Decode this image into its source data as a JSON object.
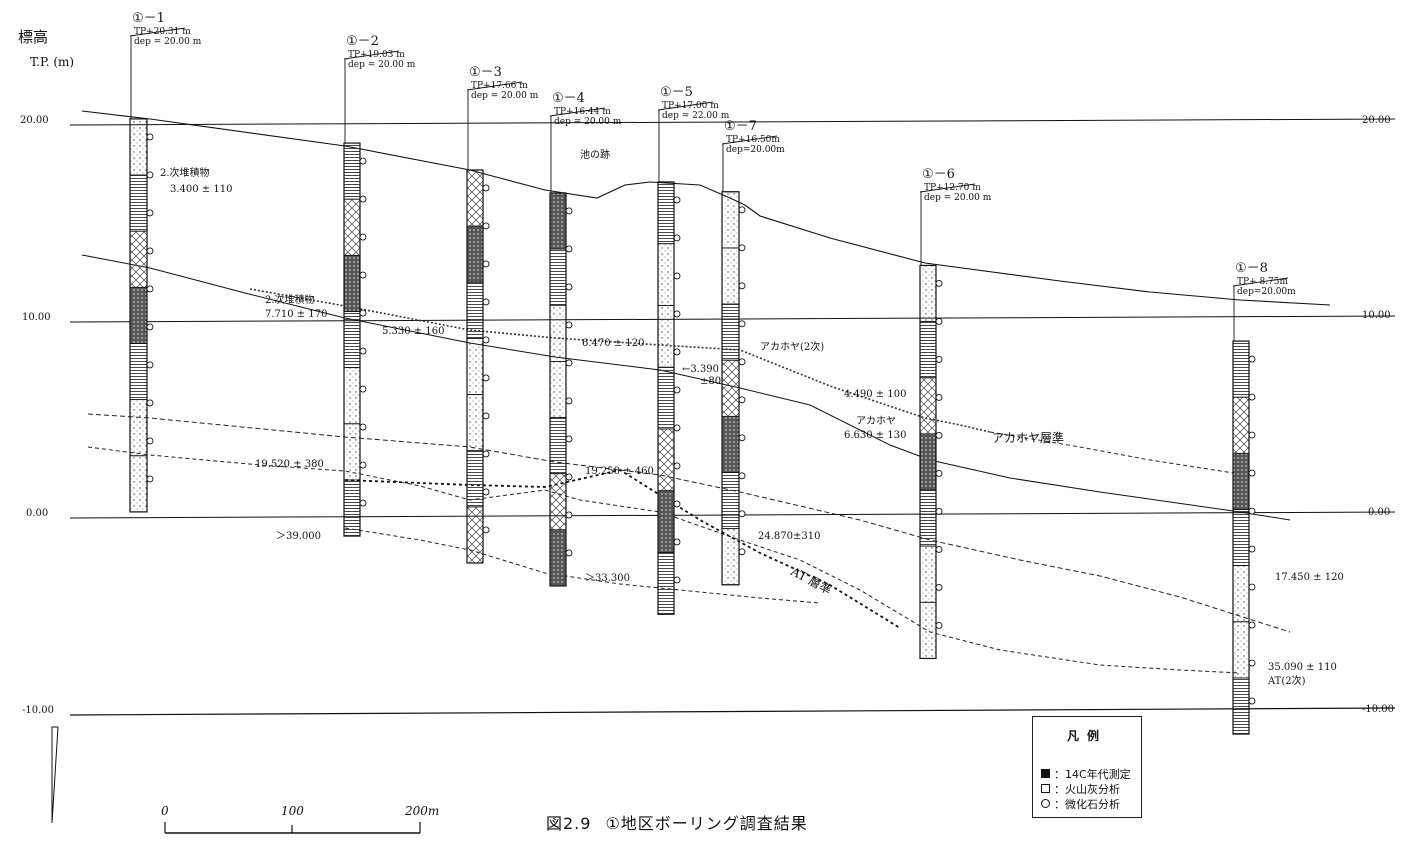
{
  "axis": {
    "title": "標高",
    "unit_label": "T.P. (m)",
    "levels": [
      {
        "value": 20,
        "left": "20.00",
        "right": "20.00"
      },
      {
        "value": 10,
        "left": "10.00",
        "right": "10.00"
      },
      {
        "value": 0,
        "left": "0.00",
        "right": "0.00"
      },
      {
        "value": -10,
        "left": "-10.00",
        "right": "-10.00"
      }
    ]
  },
  "boreholes": [
    {
      "id": "b1",
      "name": "①－1",
      "tp_text": "TP+20.31 m",
      "dep_text": "dep = 20.00 m",
      "tp": 20.31,
      "dep": 20.0
    },
    {
      "id": "b2",
      "name": "①－2",
      "tp_text": "TP+19.03 m",
      "dep_text": "dep = 20.00 m",
      "tp": 19.03,
      "dep": 20.0
    },
    {
      "id": "b3",
      "name": "①－3",
      "tp_text": "TP+17.66 m",
      "dep_text": "dep = 20.00 m",
      "tp": 17.66,
      "dep": 20.0
    },
    {
      "id": "b4",
      "name": "①－4",
      "tp_text": "TP+16.44 m",
      "dep_text": "dep = 20.00 m",
      "tp": 16.44,
      "dep": 20.0
    },
    {
      "id": "b5",
      "name": "①－5",
      "tp_text": "TP+17.00 m",
      "dep_text": "dep = 22.00 m",
      "tp": 17.0,
      "dep": 22.0
    },
    {
      "id": "b7",
      "name": "①－7",
      "tp_text": "TP+16.50m",
      "dep_text": "dep=20.00m",
      "tp": 16.5,
      "dep": 20.0
    },
    {
      "id": "b6",
      "name": "①－6",
      "tp_text": "TP+12.70 m",
      "dep_text": "dep = 20.00 m",
      "tp": 12.7,
      "dep": 20.0
    },
    {
      "id": "b8",
      "name": "①－8",
      "tp_text": "TP+ 8.75m",
      "dep_text": "dep=20.00m",
      "tp": 8.75,
      "dep": 20.0
    }
  ],
  "annotations": {
    "b1_secondary": "2.次堆積物",
    "b1_date": "3.400 ± 110",
    "b2_secondary": "2.次堆積物",
    "b2_date_a": "7.710 ± 170",
    "b2_date_b": "19.520 ± 380",
    "b2_date_c": "＞39.000",
    "b3_date": "5.330 ± 160",
    "b4_pond": "池の跡",
    "b4_date_a": "6.470 ± 120",
    "b4_date_b": "19.250 ± 460",
    "b4_date_c": "＞33.300",
    "b5_date": "←3.390",
    "b5_date_err": "±80",
    "b7_ash": "アカホヤ(2次)",
    "b7_date": "24.870±310",
    "b6_date_a": "4.490 ± 100",
    "b6_ash": "アカホヤ",
    "b6_date_b": "6.630 ± 130",
    "akahoya_horizon": "アカホヤ層準",
    "at_horizon": "AT 層準",
    "b8_date_a": "17.450 ± 120",
    "b8_date_b": "35.090 ± 110",
    "b8_at": "AT(2次)"
  },
  "scale_bar": {
    "labels": [
      "0",
      "100",
      "200m"
    ]
  },
  "legend": {
    "title": "凡例",
    "items": [
      {
        "symbol": "filled-square",
        "label": "：14C年代測定"
      },
      {
        "symbol": "square",
        "label": "：火山灰分析"
      },
      {
        "symbol": "circle",
        "label": "：微化石分析"
      }
    ]
  },
  "caption": {
    "number": "図2.9",
    "text": "①地区ボーリング調査結果"
  }
}
